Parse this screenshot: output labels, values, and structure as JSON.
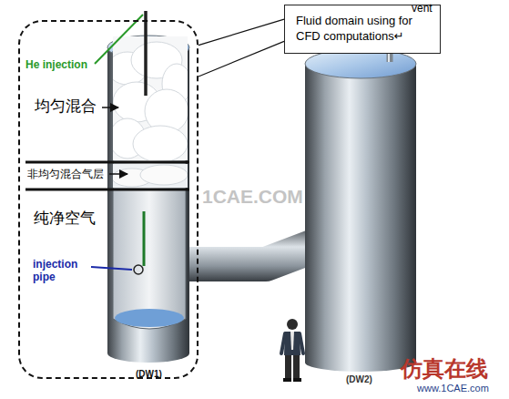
{
  "diagram": {
    "nodes": [
      {
        "text": [
          "Fluid domain using for CFD computations↵"
        ]
      },
      {
        "text": [
          "(DW1)"
        ]
      }
    ],
    "edges": [
      {
        "from": 0,
        "to": 1,
        "arrow": "none"
      }
    ],
    "labels": [
      "He injection",
      "均匀混合",
      "非均匀混合气层",
      "纯净空气",
      "injection pipe",
      "vent",
      "(DW2)",
      "1CAE.COM",
      "仿真在线",
      "www.1CAE.com"
    ]
  }
}
